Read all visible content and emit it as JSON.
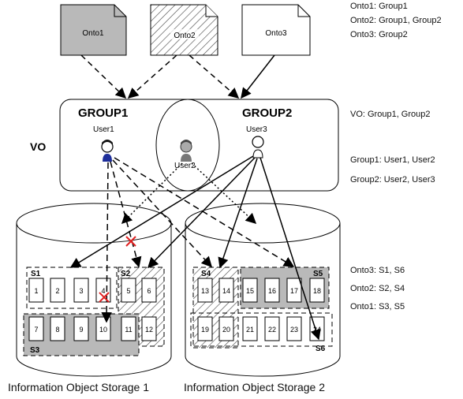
{
  "ontologies": [
    {
      "id": "onto1",
      "label": "Onto1",
      "fill": "#b9b9b9"
    },
    {
      "id": "onto2",
      "label": "Onto2",
      "fill": "hatched"
    },
    {
      "id": "onto3",
      "label": "Onto3",
      "fill": "#ffffff"
    }
  ],
  "groups": {
    "group1": "GROUP1",
    "group2": "GROUP2"
  },
  "vo_label": "VO",
  "users": [
    "User1",
    "User2",
    "User3"
  ],
  "segments": [
    "S1",
    "S2",
    "S3",
    "S4",
    "S5",
    "S6"
  ],
  "storage1_objects": [
    "1",
    "2",
    "3",
    "4",
    "5",
    "6",
    "7",
    "8",
    "9",
    "10",
    "11",
    "12"
  ],
  "storage2_objects": [
    "13",
    "14",
    "15",
    "16",
    "17",
    "18",
    "19",
    "20",
    "21",
    "22",
    "23",
    "24"
  ],
  "legend": {
    "onto_groups": [
      "Onto1: Group1",
      "Onto2: Group1, Group2",
      "Onto3: Group2"
    ],
    "vo": "VO: Group1, Group2",
    "group_users": [
      "Group1: User1, User2",
      "Group2: User2, User3"
    ],
    "onto_segments": [
      "Onto3: S1, S6",
      "Onto2: S2, S4",
      "Onto1: S3, S5"
    ]
  },
  "captions": [
    "Information Object Storage 1",
    "Information Object Storage 2"
  ],
  "colors": {
    "gray_fill": "#b9b9b9",
    "deny_mark": "#e02020",
    "line": "#000000"
  }
}
